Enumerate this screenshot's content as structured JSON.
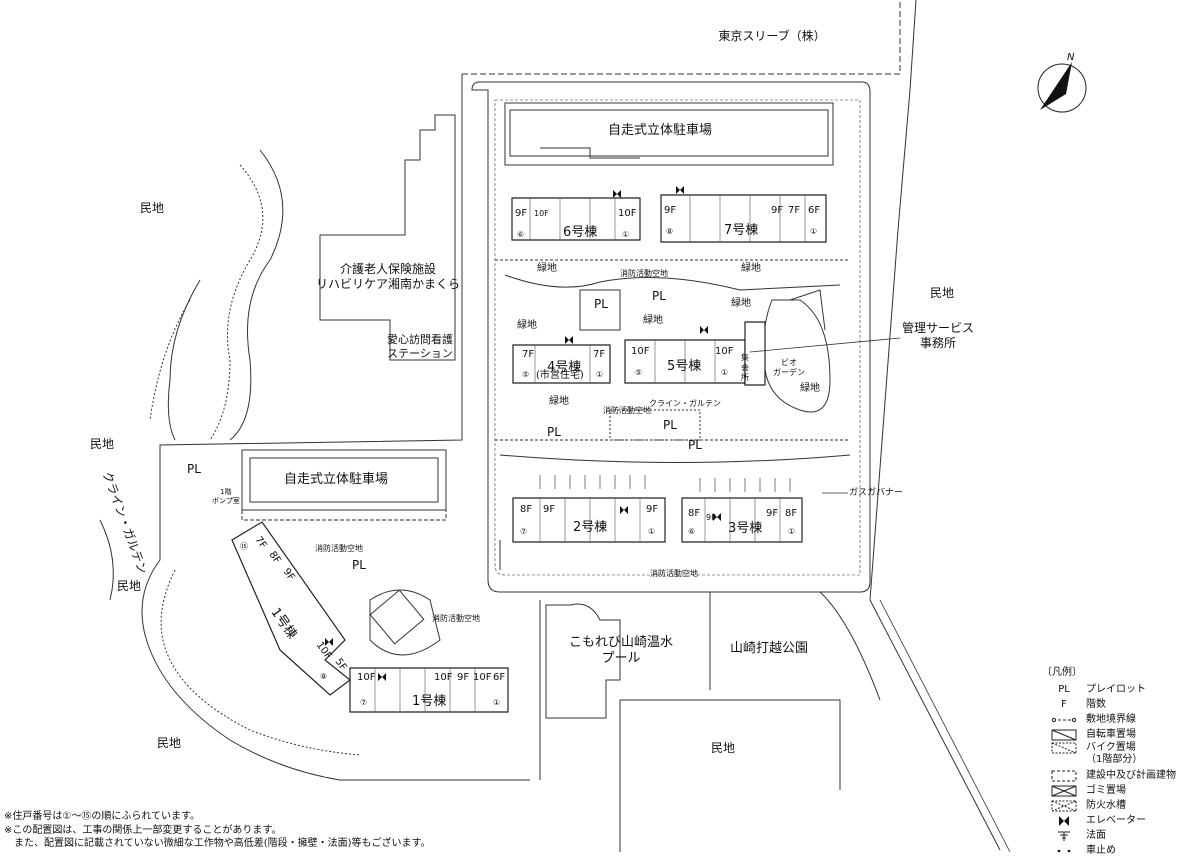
{
  "neighbors": {
    "north": "東京スリーブ（株）",
    "private_land": [
      "民地",
      "民地",
      "民地",
      "民地",
      "民地",
      "民地"
    ]
  },
  "parking": {
    "north": "自走式立体駐車場",
    "west": "自走式立体駐車場"
  },
  "facilities": {
    "care_facility": "介護老人保険施設\nリハビリケア湘南かまくら",
    "nursing_station": "愛心訪問看護\nステーション",
    "management_office": "管理サービス\n事務所",
    "hot_spring_pool": "こもれび山崎温水\nプール",
    "park": "山崎打越公園",
    "gas_governor": "ガスガバナー",
    "pump_room": "1階\nポンプ室",
    "meeting_hall": "集\n会\n所",
    "bio_garden": "ビオ\nガーデン"
  },
  "kleingarten": {
    "west": "クライン・ガルテン",
    "center": "クライン・ガルテン"
  },
  "green": [
    "緑地",
    "緑地",
    "緑地",
    "緑地",
    "緑地",
    "緑地",
    "緑地"
  ],
  "fire_spaces": [
    "消防活動空地",
    "消防活動空地",
    "消防活動空地",
    "消防活動空地",
    "消防活動空地"
  ],
  "playlots": [
    "PL",
    "PL",
    "PL",
    "PL",
    "PL",
    "PL",
    "PL"
  ],
  "buildings": {
    "b1": {
      "name": "1号棟",
      "floors": [
        "10F",
        "10F",
        "9F",
        "10F",
        "6F",
        "5F",
        "10F",
        "9F",
        "8F",
        "7F"
      ],
      "units": [
        "⑦",
        "①",
        "⑧",
        "⑮"
      ]
    },
    "b2": {
      "name": "2号棟",
      "floors": [
        "8F",
        "9F",
        "9F"
      ],
      "units": [
        "⑦",
        "①"
      ]
    },
    "b3": {
      "name": "3号棟",
      "floors": [
        "8F",
        "9F",
        "9F",
        "8F"
      ],
      "units": [
        "⑥",
        "①"
      ]
    },
    "b4": {
      "name": "4号棟",
      "sub": "(市営住宅)",
      "floors": [
        "7F",
        "7F"
      ],
      "units": [
        "⑤",
        "①"
      ]
    },
    "b5": {
      "name": "5号棟",
      "floors": [
        "10F",
        "10F"
      ],
      "units": [
        "⑤",
        "①"
      ]
    },
    "b6": {
      "name": "6号棟",
      "floors": [
        "9F",
        "10F",
        "10F"
      ],
      "units": [
        "⑥",
        "①"
      ]
    },
    "b7": {
      "name": "7号棟",
      "floors": [
        "9F",
        "9F",
        "7F",
        "6F"
      ],
      "units": [
        "⑧",
        "①"
      ]
    }
  },
  "legend": {
    "title": "〔凡例〕",
    "items": [
      {
        "symbol": "PL",
        "text": "プレイロット"
      },
      {
        "symbol": "F",
        "text": "階数"
      },
      {
        "symbol": "boundary-line-icon",
        "text": "敷地境界線"
      },
      {
        "symbol": "bicycle-parking-icon",
        "text": "自転車置場"
      },
      {
        "symbol": "bike-parking-icon",
        "text": "バイク置場\n（1階部分）"
      },
      {
        "symbol": "under-construction-icon",
        "text": "建設中及び計画建物"
      },
      {
        "symbol": "garbage-area-icon",
        "text": "ゴミ置場"
      },
      {
        "symbol": "fire-water-tank-icon",
        "text": "防火水槽"
      },
      {
        "symbol": "elevator-icon",
        "text": "エレベーター"
      },
      {
        "symbol": "slope-icon",
        "text": "法面"
      },
      {
        "symbol": "bollard-icon",
        "text": "車止め"
      }
    ]
  },
  "notes": [
    "※住戸番号は①〜⑮の順にふられています。",
    "※この配置図は、工事の関係上一部変更することがあります。",
    "　また、配置図に記載されていない微細な工作物や高低差(階段・擁壁・法面)等もございます。"
  ],
  "compass": {
    "label": "N"
  },
  "colors": {
    "line": "#333333",
    "background": "#ffffff"
  }
}
